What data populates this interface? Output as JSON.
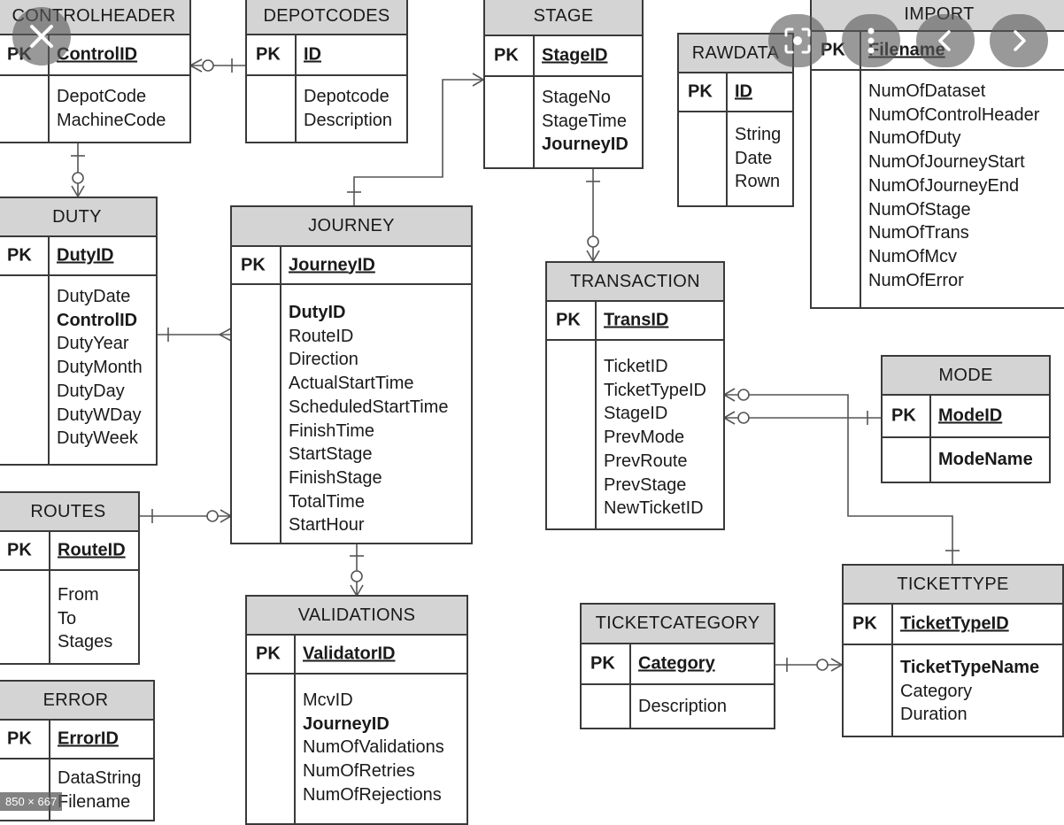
{
  "entities": {
    "controlheader": {
      "name": "CONTROLHEADER",
      "pk_label": "PK",
      "pk": "ControlID",
      "fields": [
        "DepotCode",
        "MachineCode"
      ]
    },
    "depotcodes": {
      "name": "DEPOTCODES",
      "pk_label": "PK",
      "pk": "ID",
      "fields": [
        "Depotcode",
        "Description"
      ]
    },
    "stage": {
      "name": "STAGE",
      "pk_label": "PK",
      "pk": "StageID",
      "fields": [
        "StageNo",
        "StageTime",
        "JourneyID"
      ]
    },
    "rawdata": {
      "name": "RAWDATA",
      "pk_label": "PK",
      "pk": "ID",
      "fields": [
        "String",
        "Date",
        "Rown"
      ]
    },
    "import": {
      "name": "IMPORT",
      "pk_label": "PK",
      "pk": "Filename",
      "fields": [
        "NumOfDataset",
        "NumOfControlHeader",
        "NumOfDuty",
        "NumOfJourneyStart",
        "NumOfJourneyEnd",
        "NumOfStage",
        "NumOfTrans",
        "NumOfMcv",
        "NumOfError"
      ]
    },
    "duty": {
      "name": "DUTY",
      "pk_label": "PK",
      "pk": "DutyID",
      "fields": [
        "DutyDate",
        "ControlID",
        "DutyYear",
        "DutyMonth",
        "DutyDay",
        "DutyWDay",
        "DutyWeek"
      ]
    },
    "journey": {
      "name": "JOURNEY",
      "pk_label": "PK",
      "pk": "JourneyID",
      "fields": [
        "DutyID",
        "RouteID",
        "Direction",
        "ActualStartTime",
        "ScheduledStartTime",
        "FinishTime",
        "StartStage",
        "FinishStage",
        "TotalTime",
        "StartHour"
      ]
    },
    "transaction": {
      "name": "TRANSACTION",
      "pk_label": "PK",
      "pk": "TransID",
      "fields": [
        "TicketID",
        "TicketTypeID",
        "StageID",
        "PrevMode",
        "PrevRoute",
        "PrevStage",
        "NewTicketID"
      ]
    },
    "mode": {
      "name": "MODE",
      "pk_label": "PK",
      "pk": "ModeID",
      "fields": [
        "ModeName"
      ]
    },
    "routes": {
      "name": "ROUTES",
      "pk_label": "PK",
      "pk": "RouteID",
      "fields": [
        "From",
        "To",
        "Stages"
      ]
    },
    "validations": {
      "name": "VALIDATIONS",
      "pk_label": "PK",
      "pk": "ValidatorID",
      "fields": [
        "McvID",
        "JourneyID",
        "NumOfValidations",
        "NumOfRetries",
        "NumOfRejections"
      ]
    },
    "ticketcategory": {
      "name": "TICKETCATEGORY",
      "pk_label": "PK",
      "pk": "Category",
      "fields": [
        "Description"
      ]
    },
    "tickettype": {
      "name": "TICKETTYPE",
      "pk_label": "PK",
      "pk": "TicketTypeID",
      "fields": [
        "TicketTypeName",
        "Category",
        "Duration"
      ]
    },
    "error": {
      "name": "ERROR",
      "pk_label": "PK",
      "pk": "ErrorID",
      "fields": [
        "DataString",
        "Filename"
      ]
    }
  },
  "viewer": {
    "image_dimensions": "850 × 667",
    "icons": [
      "close-icon",
      "lens-icon",
      "more-vert-icon",
      "chevron-left-icon",
      "chevron-right-icon"
    ]
  },
  "colors": {
    "header_bg": "#d4d4d4",
    "border": "#3a3a3a",
    "overlay": "#5a5a5a"
  }
}
